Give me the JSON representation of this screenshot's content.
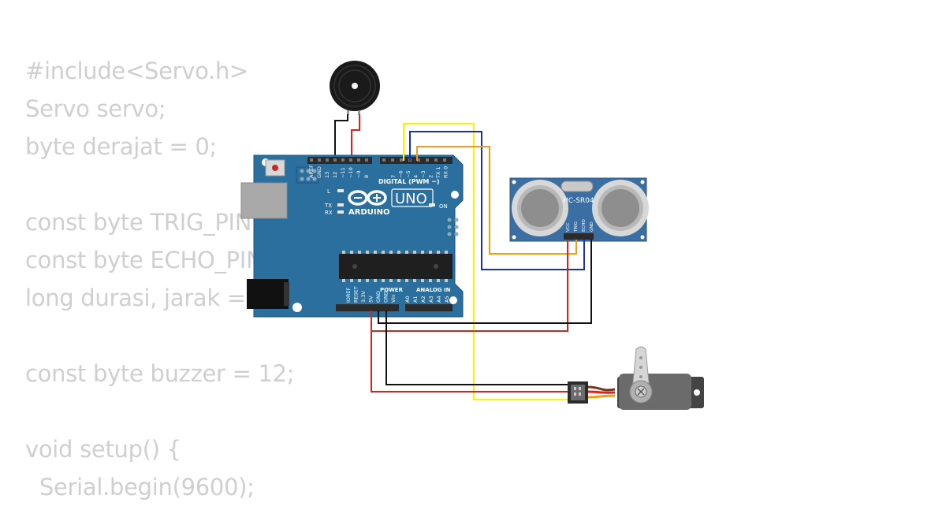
{
  "code_lines": [
    "#include<Servo.h>",
    "Servo servo;",
    "byte derajat = 0;",
    "",
    "const byte TRIG_PIN = 9;",
    "const byte ECHO_PIN = 10;",
    "long durasi, jarak = 0;",
    "",
    "const byte buzzer = 12;",
    "",
    "void setup() {",
    "  Serial.begin(9600);"
  ],
  "arduino": {
    "model": "UNO",
    "brand": "ARDUINO",
    "digital_label": "DIGITAL (PWM ~)",
    "power_label": "POWER",
    "analog_label": "ANALOG IN",
    "led_on": "ON",
    "led_l": "L",
    "led_tx": "TX",
    "led_rx": "RX",
    "digital_pins": [
      "AREF",
      "GND",
      "13",
      "12",
      "~11",
      "~10",
      "~9",
      "8",
      "7",
      "~6",
      "~5",
      "4",
      "~3",
      "2",
      "TX 1",
      "RX 0"
    ],
    "power_pins": [
      "IOREF",
      "RESET",
      "3.3V",
      "5V",
      "GND",
      "GND",
      "Vin"
    ],
    "analog_pins": [
      "A0",
      "A1",
      "A2",
      "A3",
      "A4",
      "A5"
    ]
  },
  "sensor": {
    "name": "HC-SR04",
    "pins": [
      "VCC",
      "TRIG",
      "ECHO",
      "GND"
    ]
  },
  "colors": {
    "board": "#2a6f9e",
    "sensor_board": "#3b6fa3",
    "wire_red": "#e0201b",
    "wire_black": "#111111",
    "wire_yellow": "#fff200",
    "wire_blue": "#1a2fb5",
    "wire_orange": "#f39c12",
    "servo_body": "#6b6b6b",
    "code_text": "#cfcfcf"
  },
  "icons": [
    "buzzer-icon",
    "servo-icon",
    "usb-port-icon",
    "power-jack-icon",
    "reset-button-icon",
    "arduino-logo-icon"
  ]
}
